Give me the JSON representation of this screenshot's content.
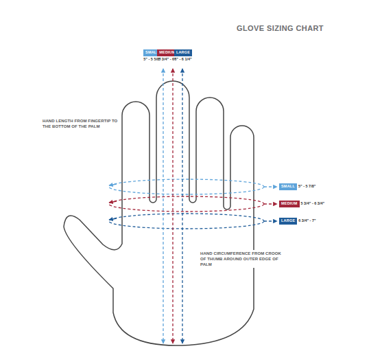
{
  "diagram": {
    "title": "GLOVE SIZING CHART",
    "nodes": [
      {
        "text": [
          "SMALL",
          "5\" - 5 5/8\""
        ]
      },
      {
        "text": [
          "MEDIUM",
          "5 3/4\" - 6\""
        ]
      },
      {
        "text": [
          "LARGE",
          "6\" - 6 1/4\""
        ]
      },
      {
        "text": [
          "SMALL",
          "5\" - 5 7/8\""
        ]
      },
      {
        "text": [
          "MEDIUM",
          "5 3/4\" - 6 3/4\""
        ]
      },
      {
        "text": [
          "LARGE",
          "6 3/4\" - 7\""
        ]
      }
    ],
    "labels": [
      "HAND LENGTH FROM FINGERTIP TO THE BOTTOM OF THE PALM",
      "HAND CIRCUMFERENCE FROM CROOK OF THUMB AROUND OUTER EDGE OF PALM"
    ]
  }
}
